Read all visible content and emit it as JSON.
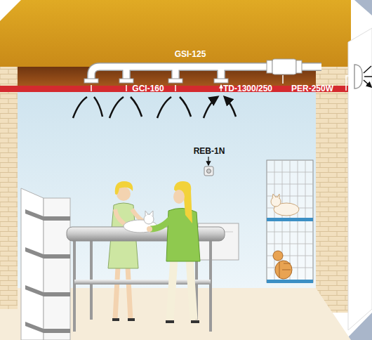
{
  "diagram": {
    "labels": [
      "GSI-125",
      "GCI-160",
      "TD-1300/250",
      "PER-250W",
      "REB-1N"
    ]
  }
}
